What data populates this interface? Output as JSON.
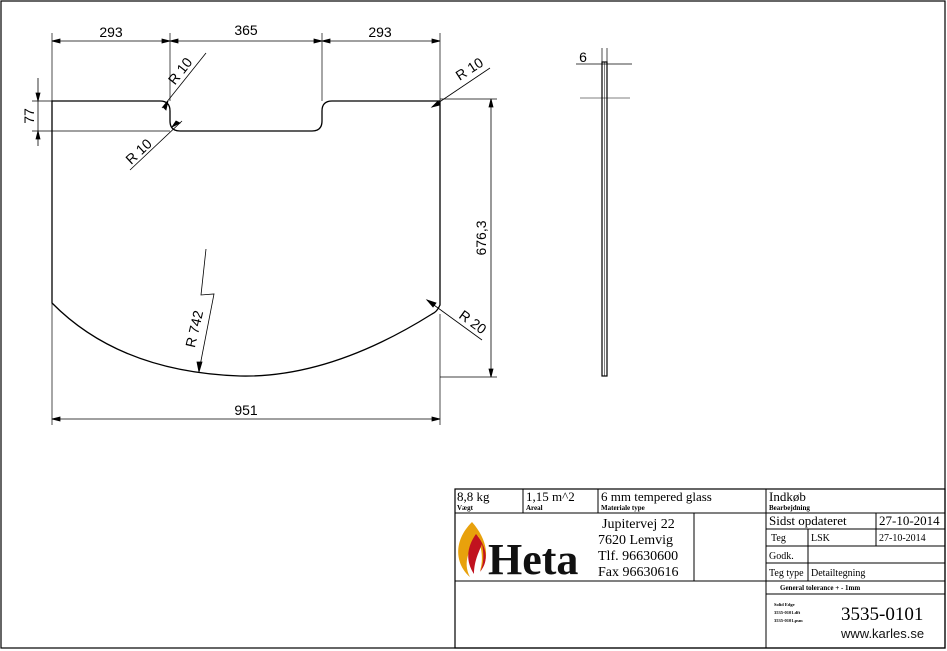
{
  "drawing": {
    "dimensions": {
      "top_left": "293",
      "top_middle": "365",
      "top_right": "293",
      "notch_depth": "77",
      "height": "676,3",
      "width": "951",
      "thickness": "6",
      "r_notch_top": "R 10",
      "r_notch_bottom": "R 10",
      "r_corner_top_right": "R 10",
      "r_arc": "R 742",
      "r_corner_bottom_right": "R 20"
    }
  },
  "title_block": {
    "weight": {
      "value": "8,8 kg",
      "label": "Vægt"
    },
    "area": {
      "value": "1,15 m^2",
      "label": "Areal"
    },
    "material": {
      "value": "6 mm tempered glass",
      "label": "Materiale type"
    },
    "purchase": {
      "value": "Indkøb",
      "label": "Bearbejdning"
    },
    "company": {
      "brand": "Heta",
      "address_line1": "Jupitervej 22",
      "address_line2": "7620 Lemvig",
      "phone": "Tlf. 96630600",
      "fax": "Fax 96630616"
    },
    "last_updated_label": "Sidst opdateret",
    "last_updated_date": "27-10-2014",
    "drawn_label": "Teg",
    "drawn_by": "LSK",
    "drawn_date": "27-10-2014",
    "approved_label": "Godk.",
    "drawing_type_label": "Teg type",
    "drawing_type_value": "Detailtegning",
    "tolerance": "General tolerance + - 1mm",
    "files": [
      "Solid Edge",
      "3535-0101.dft",
      "3535-0101.psm"
    ],
    "drawing_number": "3535-0101",
    "website": "www.karles.se"
  }
}
